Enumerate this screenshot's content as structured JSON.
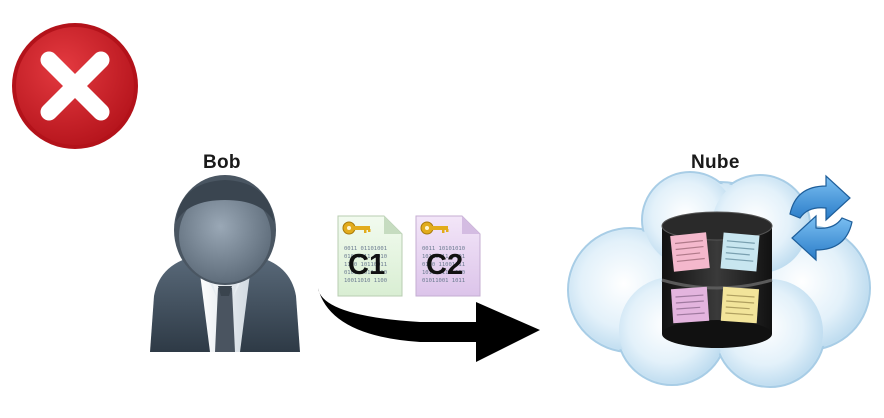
{
  "status_icon": {
    "name": "error-x-icon",
    "color": "#d0202a"
  },
  "actor": {
    "label": "Bob",
    "icon": "user-icon"
  },
  "files": [
    {
      "label": "C1",
      "icon": "key-icon",
      "color": "#e8f5e4"
    },
    {
      "label": "C2",
      "icon": "key-icon",
      "color": "#ead8f2"
    }
  ],
  "arrow": {
    "icon": "arrow-right-icon",
    "color": "#000000"
  },
  "cloud": {
    "label": "Nube",
    "icon": "cloud-icon"
  },
  "database": {
    "icon": "database-icon"
  },
  "sync": {
    "icon": "sync-icon",
    "color": "#3a8fd8"
  }
}
